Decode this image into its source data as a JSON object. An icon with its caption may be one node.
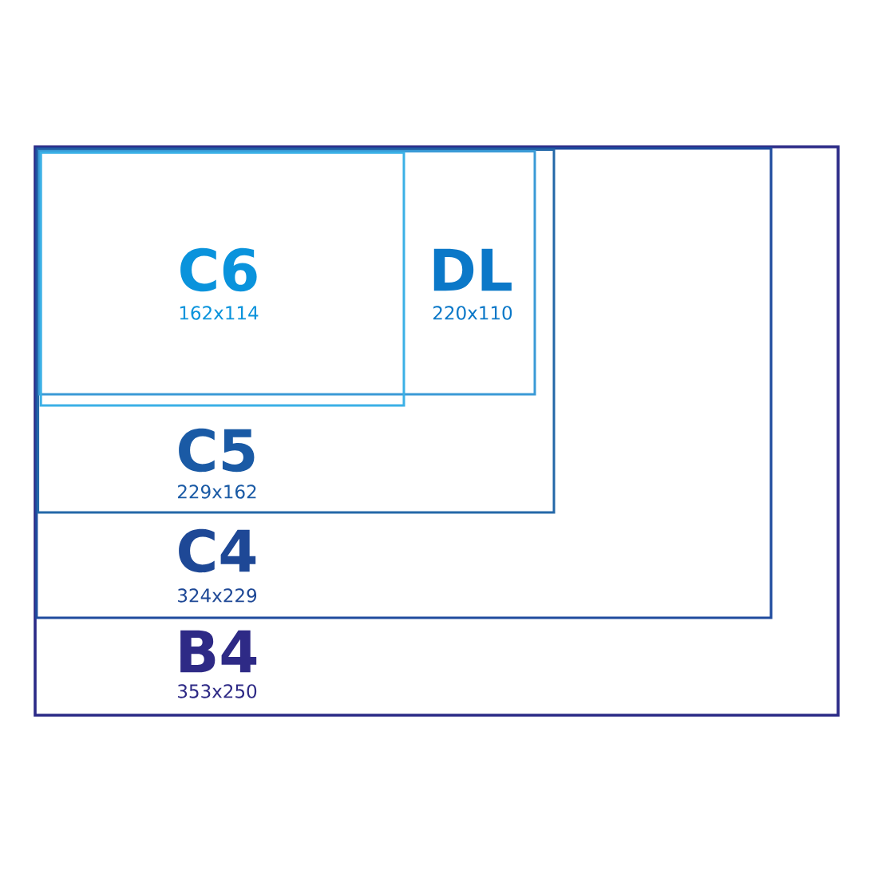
{
  "diagram": {
    "nodes": [
      {
        "text": [
          "B4",
          "353x250"
        ]
      },
      {
        "text": [
          "C4",
          "324x229"
        ],
        "in": 0
      },
      {
        "text": [
          "C5",
          "229x162"
        ],
        "in": 1
      },
      {
        "text": [
          "DL",
          "220x110"
        ],
        "in": 2
      },
      {
        "text": [
          "C6",
          "162x114"
        ],
        "in": 3
      }
    ]
  }
}
